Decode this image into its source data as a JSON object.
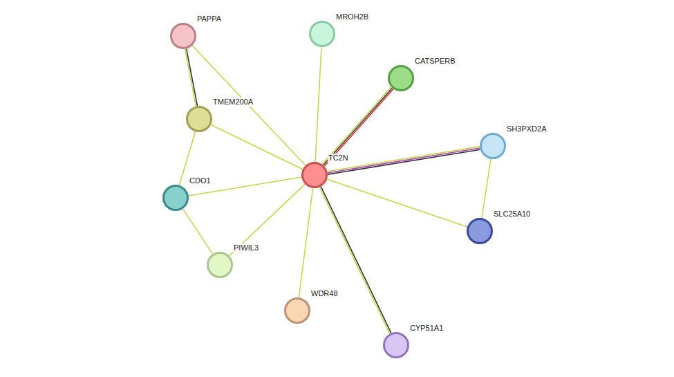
{
  "diagram": {
    "nodes": [
      {
        "text": [
          "PAPPA"
        ]
      },
      {
        "text": [
          "MROH2B"
        ]
      },
      {
        "text": [
          "CATSPERB"
        ]
      },
      {
        "text": [
          "TMEM200A"
        ]
      },
      {
        "text": [
          "SH3PXD2A"
        ]
      },
      {
        "text": [
          "TC2N"
        ]
      },
      {
        "text": [
          "CDO1"
        ]
      },
      {
        "text": [
          "SLC25A10"
        ]
      },
      {
        "text": [
          "PIWIL3"
        ]
      },
      {
        "text": [
          "WDR48"
        ]
      },
      {
        "text": [
          "CYP51A1"
        ]
      }
    ],
    "edges": [
      {
        "from": 0,
        "to": 3,
        "arrow": "none"
      },
      {
        "from": 0,
        "to": 5,
        "arrow": "none"
      },
      {
        "from": 1,
        "to": 5,
        "arrow": "none"
      },
      {
        "from": 2,
        "to": 5,
        "arrow": "none"
      },
      {
        "from": 3,
        "to": 5,
        "arrow": "none"
      },
      {
        "from": 3,
        "to": 6,
        "arrow": "none"
      },
      {
        "from": 4,
        "to": 5,
        "arrow": "none"
      },
      {
        "from": 4,
        "to": 7,
        "arrow": "none"
      },
      {
        "from": 6,
        "to": 5,
        "arrow": "none"
      },
      {
        "from": 6,
        "to": 8,
        "arrow": "none"
      },
      {
        "from": 5,
        "to": 8,
        "arrow": "none"
      },
      {
        "from": 5,
        "to": 9,
        "arrow": "none"
      },
      {
        "from": 5,
        "to": 10,
        "arrow": "none"
      },
      {
        "from": 5,
        "to": 7,
        "arrow": "none"
      }
    ]
  }
}
